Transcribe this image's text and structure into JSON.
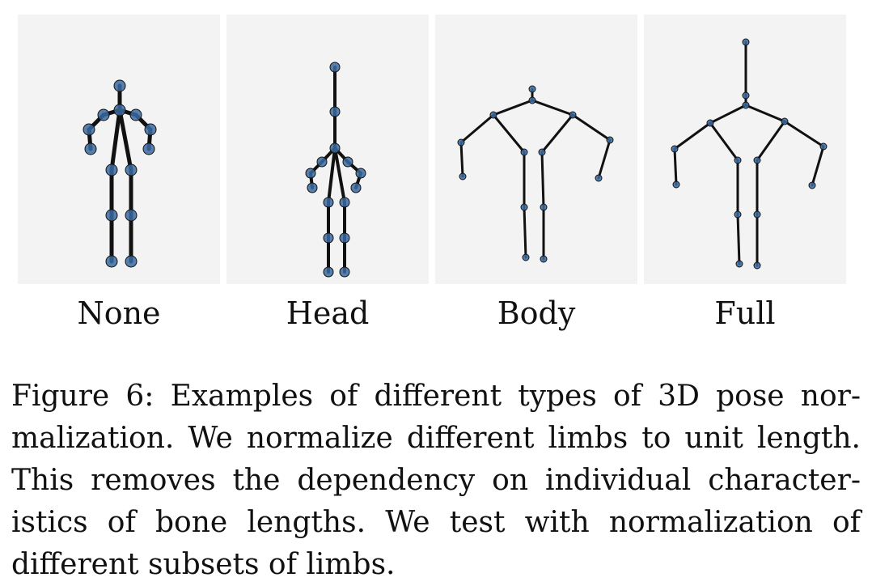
{
  "figure": {
    "panels": [
      {
        "id": "none",
        "label": "None"
      },
      {
        "id": "head",
        "label": "Head"
      },
      {
        "id": "body",
        "label": "Body"
      },
      {
        "id": "full",
        "label": "Full"
      }
    ],
    "caption_lines": [
      "Figure 6: Examples of different types of 3D pose nor-",
      "malization. We normalize different limbs to unit length.",
      "This removes the dependency on individual character-",
      "istics of bone lengths. We test with normalization of",
      "different subsets of limbs."
    ],
    "colors": {
      "panel_bg": "#f3f3f3",
      "bone": "#111111",
      "joint": "#3a6aa0"
    }
  }
}
